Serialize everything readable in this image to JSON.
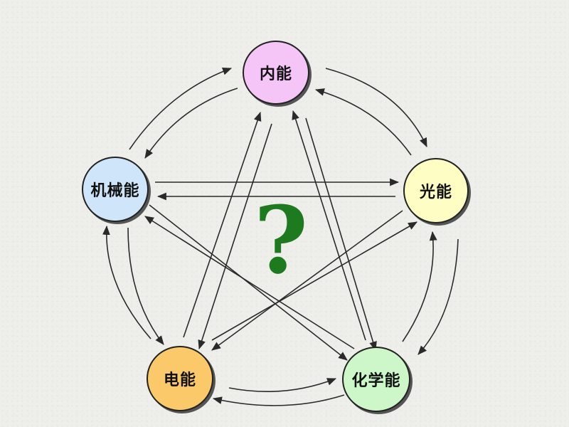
{
  "nodes": {
    "internal": {
      "label": "内能",
      "color": "#f6c5f8"
    },
    "mechanical": {
      "label": "机械能",
      "color": "#cfe6fa"
    },
    "light": {
      "label": "光能",
      "color": "#fdfdc4"
    },
    "electric": {
      "label": "电能",
      "color": "#fbc96a"
    },
    "chemical": {
      "label": "化学能",
      "color": "#cdf7c9"
    }
  },
  "center_mark": {
    "text": "?",
    "color": "#1e7a1e"
  },
  "conversions": [
    {
      "from": "mechanical",
      "to": "internal"
    },
    {
      "from": "internal",
      "to": "mechanical"
    },
    {
      "from": "internal",
      "to": "light"
    },
    {
      "from": "light",
      "to": "internal"
    },
    {
      "from": "mechanical",
      "to": "light"
    },
    {
      "from": "light",
      "to": "mechanical"
    },
    {
      "from": "mechanical",
      "to": "electric"
    },
    {
      "from": "electric",
      "to": "mechanical"
    },
    {
      "from": "mechanical",
      "to": "chemical"
    },
    {
      "from": "chemical",
      "to": "mechanical"
    },
    {
      "from": "internal",
      "to": "electric"
    },
    {
      "from": "electric",
      "to": "internal"
    },
    {
      "from": "internal",
      "to": "chemical"
    },
    {
      "from": "chemical",
      "to": "internal"
    },
    {
      "from": "light",
      "to": "electric"
    },
    {
      "from": "electric",
      "to": "light"
    },
    {
      "from": "light",
      "to": "chemical"
    },
    {
      "from": "chemical",
      "to": "light"
    },
    {
      "from": "electric",
      "to": "chemical"
    },
    {
      "from": "chemical",
      "to": "electric"
    }
  ]
}
